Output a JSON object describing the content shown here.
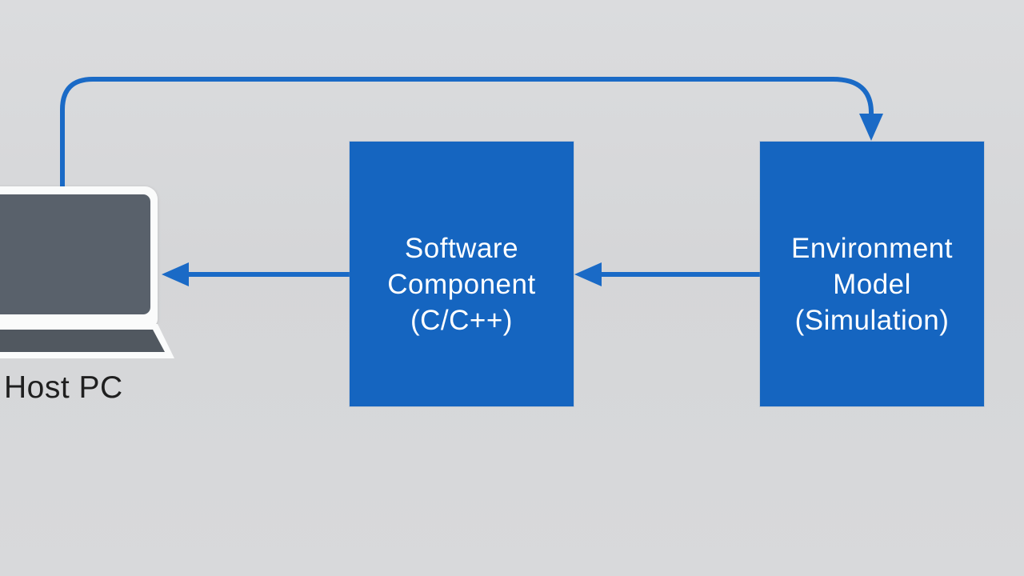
{
  "diagram_type": "block-diagram",
  "nodes": {
    "host_pc": {
      "label": "Host PC",
      "icon": "laptop-icon"
    },
    "software_component": {
      "lines": [
        "Software",
        "Component",
        "(C/C++)"
      ]
    },
    "environment_model": {
      "lines": [
        "Environment",
        "Model",
        "(Simulation)"
      ]
    }
  },
  "connections": [
    {
      "from": "host_pc",
      "to": "environment_model",
      "route": "up from laptop, across the top, down-arrow into top of Environment Model"
    },
    {
      "from": "environment_model",
      "to": "software_component",
      "route": "straight horizontal, left-pointing arrow"
    },
    {
      "from": "software_component",
      "to": "host_pc",
      "route": "straight horizontal, left-pointing arrow into laptop"
    }
  ],
  "colors": {
    "box_blue": "#1565c0",
    "arrow_blue": "#1a6ac6",
    "background": "#d6d7d9",
    "laptop_screen": "#59616b",
    "laptop_base": "#515860",
    "laptop_casing": "#fafbfb",
    "label_text": "#1f1f1f",
    "box_text": "#ffffff"
  }
}
